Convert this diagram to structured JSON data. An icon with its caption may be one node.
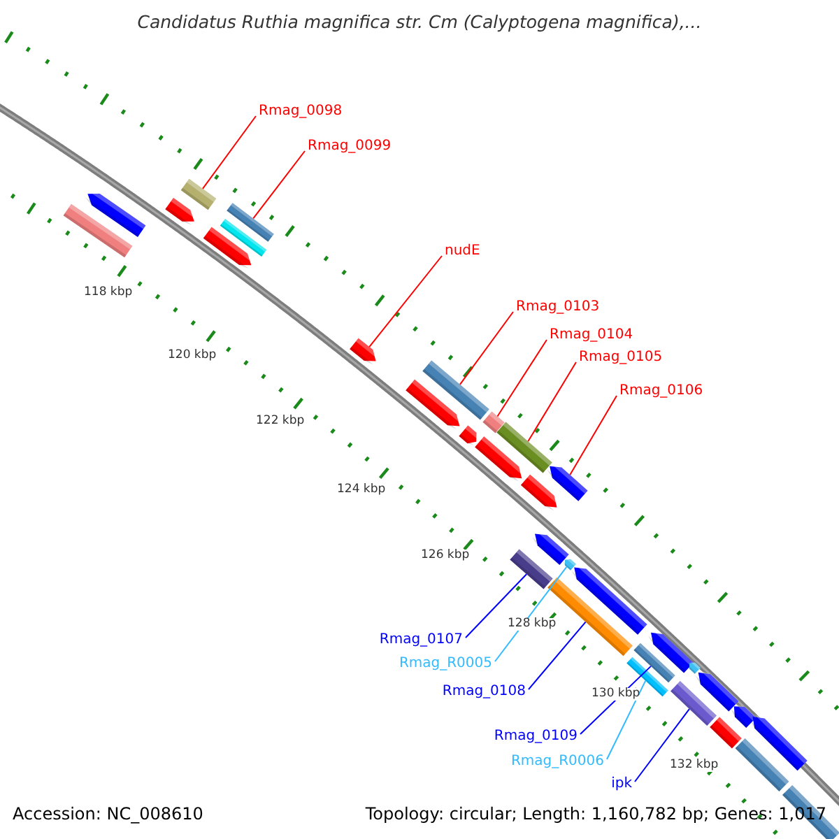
{
  "diagram": {
    "title": "Candidatus Ruthia magnifica str. Cm (Calyptogena magnifica),...",
    "nodes": [
      {
        "text": [
          "Rmag_0098"
        ]
      },
      {
        "text": [
          "Rmag_0099"
        ]
      },
      {
        "text": [
          "nudE"
        ]
      },
      {
        "text": [
          "Rmag_0103"
        ]
      },
      {
        "text": [
          "Rmag_0104"
        ]
      },
      {
        "text": [
          "Rmag_0105"
        ]
      },
      {
        "text": [
          "Rmag_0106"
        ]
      },
      {
        "text": [
          "Rmag_0107"
        ]
      },
      {
        "text": [
          "Rmag_R0005"
        ]
      },
      {
        "text": [
          "Rmag_0108"
        ]
      },
      {
        "text": [
          "Rmag_0109"
        ]
      },
      {
        "text": [
          "Rmag_R0006"
        ]
      },
      {
        "text": [
          "ipk"
        ]
      },
      {
        "text": [],
        "shape": "bar"
      },
      {
        "text": [],
        "shape": "bar"
      },
      {
        "text": [],
        "shape": "bar"
      },
      {
        "text": [],
        "shape": "bar"
      },
      {
        "text": [],
        "shape": "bar"
      },
      {
        "text": [],
        "shape": "bar"
      },
      {
        "text": [],
        "shape": "bar"
      },
      {
        "text": [],
        "shape": "bar"
      },
      {
        "text": [],
        "shape": "bar"
      },
      {
        "text": [],
        "shape": "bar"
      },
      {
        "text": [],
        "shape": "bar"
      },
      {
        "text": [],
        "shape": "bar"
      },
      {
        "text": [],
        "shape": "bar"
      },
      {
        "text": [],
        "shape": "bar"
      },
      {
        "text": [],
        "shape": "bar"
      },
      {
        "text": [],
        "shape": "bar"
      },
      {
        "text": [],
        "shape": "bar"
      },
      {
        "text": [],
        "shape": "bar"
      },
      {
        "text": [],
        "shape": "bar"
      },
      {
        "text": [],
        "shape": "bar"
      },
      {
        "text": [],
        "shape": "bar"
      },
      {
        "text": [],
        "shape": "bar"
      },
      {
        "text": [],
        "shape": "bar"
      },
      {
        "text": [],
        "shape": "bar"
      },
      {
        "text": [],
        "shape": "bar"
      },
      {
        "text": [],
        "shape": "bar"
      },
      {
        "text": [],
        "shape": "bar"
      },
      {
        "text": [],
        "shape": "bar"
      },
      {
        "text": [],
        "shape": "bar"
      },
      {
        "text": [],
        "shape": "bar"
      },
      {
        "text": [],
        "shape": "bar"
      },
      {
        "text": [],
        "shape": "bar"
      }
    ],
    "edges": [
      {
        "from": 0,
        "to": 16,
        "arrow": "none"
      },
      {
        "from": 1,
        "to": 19,
        "arrow": "none"
      },
      {
        "from": 2,
        "to": 20,
        "arrow": "none"
      },
      {
        "from": 3,
        "to": 22,
        "arrow": "none"
      },
      {
        "from": 4,
        "to": 24,
        "arrow": "none"
      },
      {
        "from": 5,
        "to": 26,
        "arrow": "none"
      },
      {
        "from": 6,
        "to": 30,
        "arrow": "none"
      },
      {
        "from": 7,
        "to": 27,
        "arrow": "none",
        "color": "#0000ff"
      },
      {
        "from": 8,
        "to": 31,
        "arrow": "none",
        "color": "#33bbff"
      },
      {
        "from": 9,
        "to": 32,
        "arrow": "none",
        "color": "#0000ff"
      },
      {
        "from": 10,
        "to": 35,
        "arrow": "none",
        "color": "#0000ff"
      },
      {
        "from": 11,
        "to": 34,
        "arrow": "none",
        "color": "#33bbff"
      },
      {
        "from": 12,
        "to": 37,
        "arrow": "none",
        "color": "#0000ff"
      }
    ],
    "labels": [
      "118 kbp",
      "120 kbp",
      "122 kbp",
      "124 kbp",
      "126 kbp",
      "128 kbp",
      "130 kbp",
      "132 kbp",
      "Accession: NC_008610",
      "Topology: circular; Length: 1,160,782 bp; Genes: 1,017"
    ]
  }
}
